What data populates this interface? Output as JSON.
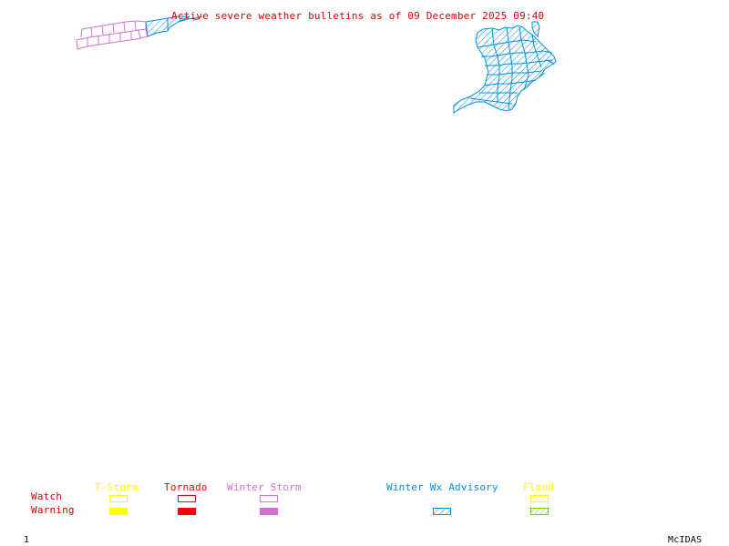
{
  "title": {
    "text": "Active severe weather bulletins as of 09 December 2025 09:40",
    "color": "#e00000"
  },
  "map": {
    "regions": [
      {
        "name": "pacific-northwest-winter-storm-zones",
        "category": "Winter Storm Warning",
        "style": "outline",
        "color": "#d070d0"
      },
      {
        "name": "pacific-northwest-winter-wx-advisory-zones",
        "category": "Winter Wx Advisory",
        "style": "hatched",
        "color": "#0090e0"
      },
      {
        "name": "northeast-winter-wx-advisory-zones",
        "category": "Winter Wx Advisory",
        "style": "hatched",
        "color": "#0090e0"
      }
    ]
  },
  "legend": {
    "row_labels": {
      "watch": "Watch",
      "warning": "Warning",
      "color": "#e00000"
    },
    "columns": [
      {
        "label": "T-Storm",
        "color": "#ffff00",
        "watch": "outline",
        "warning": "filled"
      },
      {
        "label": "Tornado",
        "color": "#ff0000",
        "watch": "outline",
        "warning": "filled"
      },
      {
        "label": "Winter Storm",
        "color": "#d070d0",
        "watch": "outline",
        "warning": "filled"
      },
      {
        "label": "Winter Wx Advisory",
        "color": "#0090e0",
        "watch": null,
        "warning": "hatched"
      },
      {
        "label": "Flood",
        "color": "#ffff00",
        "watch": "hatched",
        "warning": "hatched",
        "warning_color": "#70d000"
      }
    ]
  },
  "footer": {
    "frame_number": "1",
    "brand": "McIDAS"
  }
}
